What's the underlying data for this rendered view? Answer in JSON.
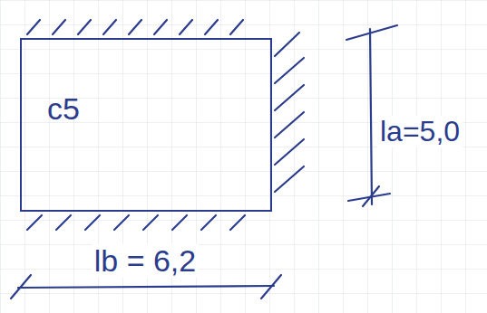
{
  "diagram": {
    "nodes": [
      {
        "text": [
          "c5"
        ]
      }
    ],
    "labels": [
      "la=5,0",
      "lb = 6,2"
    ]
  }
}
